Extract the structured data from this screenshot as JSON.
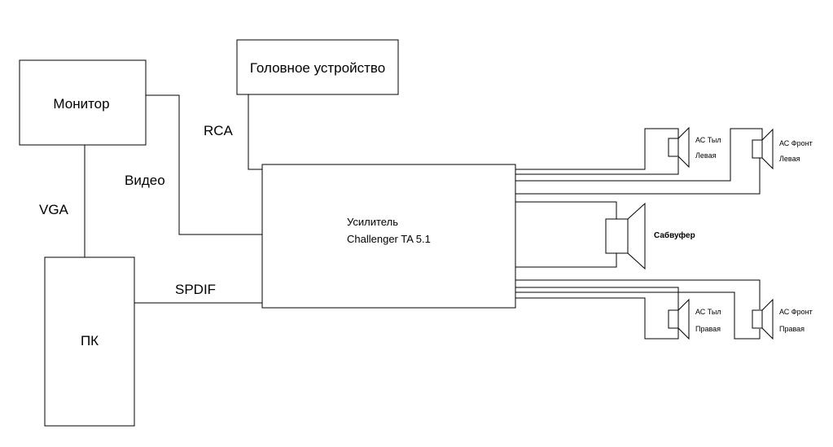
{
  "nodes": {
    "head_unit": "Головное устройство",
    "monitor": "Монитор",
    "pc": "ПК",
    "amplifier_line1": "Усилитель",
    "amplifier_line2": "Challenger TA 5.1",
    "subwoofer": "Сабвуфер"
  },
  "connections": {
    "rca": "RCA",
    "video": "Видео",
    "vga": "VGA",
    "spdif": "SPDIF"
  },
  "speakers": {
    "rear_left": {
      "line1": "АС Тыл",
      "line2": "Левая"
    },
    "front_left": {
      "line1": "АС Фронт",
      "line2": "Левая"
    },
    "rear_right": {
      "line1": "АС Тыл",
      "line2": "Правая"
    },
    "front_right": {
      "line1": "АС Фронт",
      "line2": "Правая"
    }
  }
}
